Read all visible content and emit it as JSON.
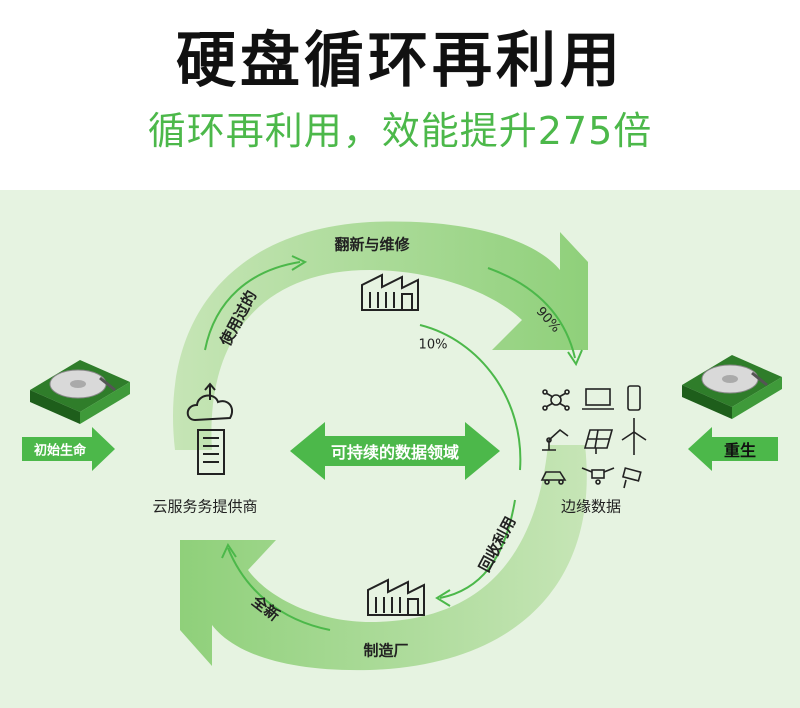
{
  "header": {
    "title": "硬盘循环再利用",
    "subtitle": "循环再利用，效能提升275倍"
  },
  "diagram": {
    "nodes": {
      "cloud_provider": "云服务务提供商",
      "edge_data": "边缘数据",
      "manufacturer": "制造厂"
    },
    "paths": {
      "used": "使用过的",
      "refurbish": "翻新与维修",
      "recycle": "回收利用",
      "new": "全新"
    },
    "percents": {
      "p90": "90%",
      "p10": "10%"
    },
    "center_label": "可持续的数据领域",
    "side_labels": {
      "initial_life": "初始生命",
      "rebirth": "重生"
    }
  },
  "colors": {
    "accent_green": "#4cb84a",
    "light_green": "#a8d98e",
    "panel_bg": "#e6f3e1",
    "dark_green": "#3f9a3a"
  },
  "icons": [
    "hard-drive-icon",
    "cloud-building-icon",
    "factory-icon",
    "network-icon",
    "laptop-icon",
    "phone-icon",
    "robot-arm-icon",
    "solar-panel-icon",
    "wind-turbine-icon",
    "car-icon",
    "drone-icon",
    "camera-icon"
  ]
}
